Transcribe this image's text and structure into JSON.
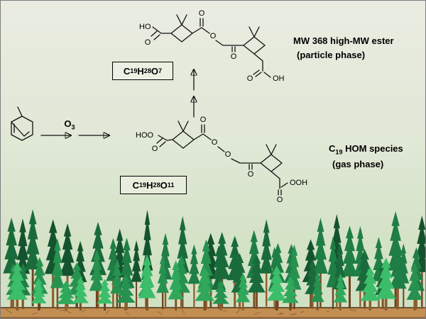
{
  "reaction": {
    "o3_label": "O3",
    "ester_formula": "C19H28O7",
    "hom_formula": "C19H28O11",
    "product_line1": "MW 368 high-MW ester",
    "product_line2": "(particle phase)",
    "hom_line1": "C19 HOM species",
    "hom_line2": "(gas phase)"
  },
  "atoms": {
    "ester": {
      "ho": "HO",
      "o1": "O",
      "o2": "O",
      "o3": "O",
      "o4": "O",
      "o5": "O",
      "oh": "OH"
    },
    "hom": {
      "hoo": "HOO",
      "o1": "O",
      "o2": "O",
      "o3": "O",
      "o4": "O",
      "o5": "O",
      "o6": "O",
      "ooh": "OOH"
    }
  },
  "colors": {
    "background_top": "#eaece1",
    "background_bottom": "#cfe0c2",
    "bond": "#111111",
    "text": "#000000",
    "box_border": "#000000"
  },
  "forest": {
    "tree_colors": [
      "#14532e",
      "#1a6b3c",
      "#1f7d46",
      "#27914f",
      "#2fa85c",
      "#3cbd6a"
    ],
    "trunk_colors": [
      "#6b441f",
      "#7c5125",
      "#8d5e2c"
    ],
    "ground": {
      "base": "#c28e52",
      "shadow": "#9a6a38",
      "line": "#4f3217"
    }
  }
}
